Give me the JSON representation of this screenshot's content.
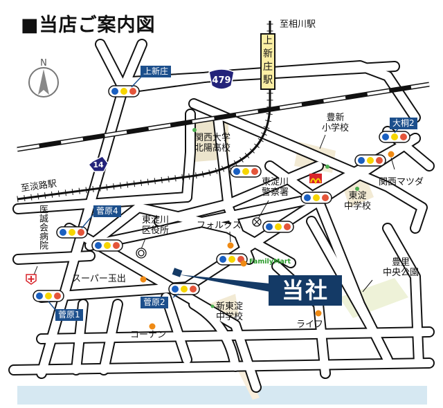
{
  "title": "■当店ご案内図",
  "compass": {
    "label": "N"
  },
  "station": {
    "name": "上新庄駅",
    "chars": [
      "上",
      "新",
      "庄",
      "駅"
    ]
  },
  "directions": {
    "to_aikawa": "至相川駅",
    "to_awaji": "至淡路駅"
  },
  "routes": {
    "r479": "479",
    "r14": "14"
  },
  "intersections": [
    {
      "name": "上新庄"
    },
    {
      "name": "大桐2"
    },
    {
      "name": "菅原4"
    },
    {
      "name": "菅原1"
    },
    {
      "name": "菅原2"
    }
  ],
  "landmarks": {
    "kansai_univ": [
      "関西大学",
      "北陽高校"
    ],
    "toyoshin_school": [
      "豊新",
      "小学校"
    ],
    "kansai_mazda": "関西マツダ",
    "police": [
      "東淀川",
      "警察署"
    ],
    "higashiyodo_jhs": [
      "東淀",
      "中学校"
    ],
    "ward_office": [
      "東淀川",
      "区役所"
    ],
    "forx": "フォルクス",
    "hospital": "医誠会病院",
    "super_tamade": "スーパー玉出",
    "familymart": "FamilyMart",
    "toyosato_park": [
      "豊里",
      "中央公園"
    ],
    "shin_higashiyodo_jhs": [
      "新東淀",
      "中学校"
    ],
    "life": "ライフ",
    "konan": "コーナン"
  },
  "company": {
    "label": "当社"
  },
  "colors": {
    "tag_blue": "#1c4f8c",
    "company_navy": "#143a66",
    "signal_blue": "#1a5fc0",
    "signal_yellow": "#f6d500",
    "signal_red": "#e4553a",
    "poi_orange": "#ef8a14",
    "river": "#d6e8f2",
    "school": "#f2ead4",
    "park": "#eef2d8",
    "station_yellow": "#fbefa5"
  }
}
